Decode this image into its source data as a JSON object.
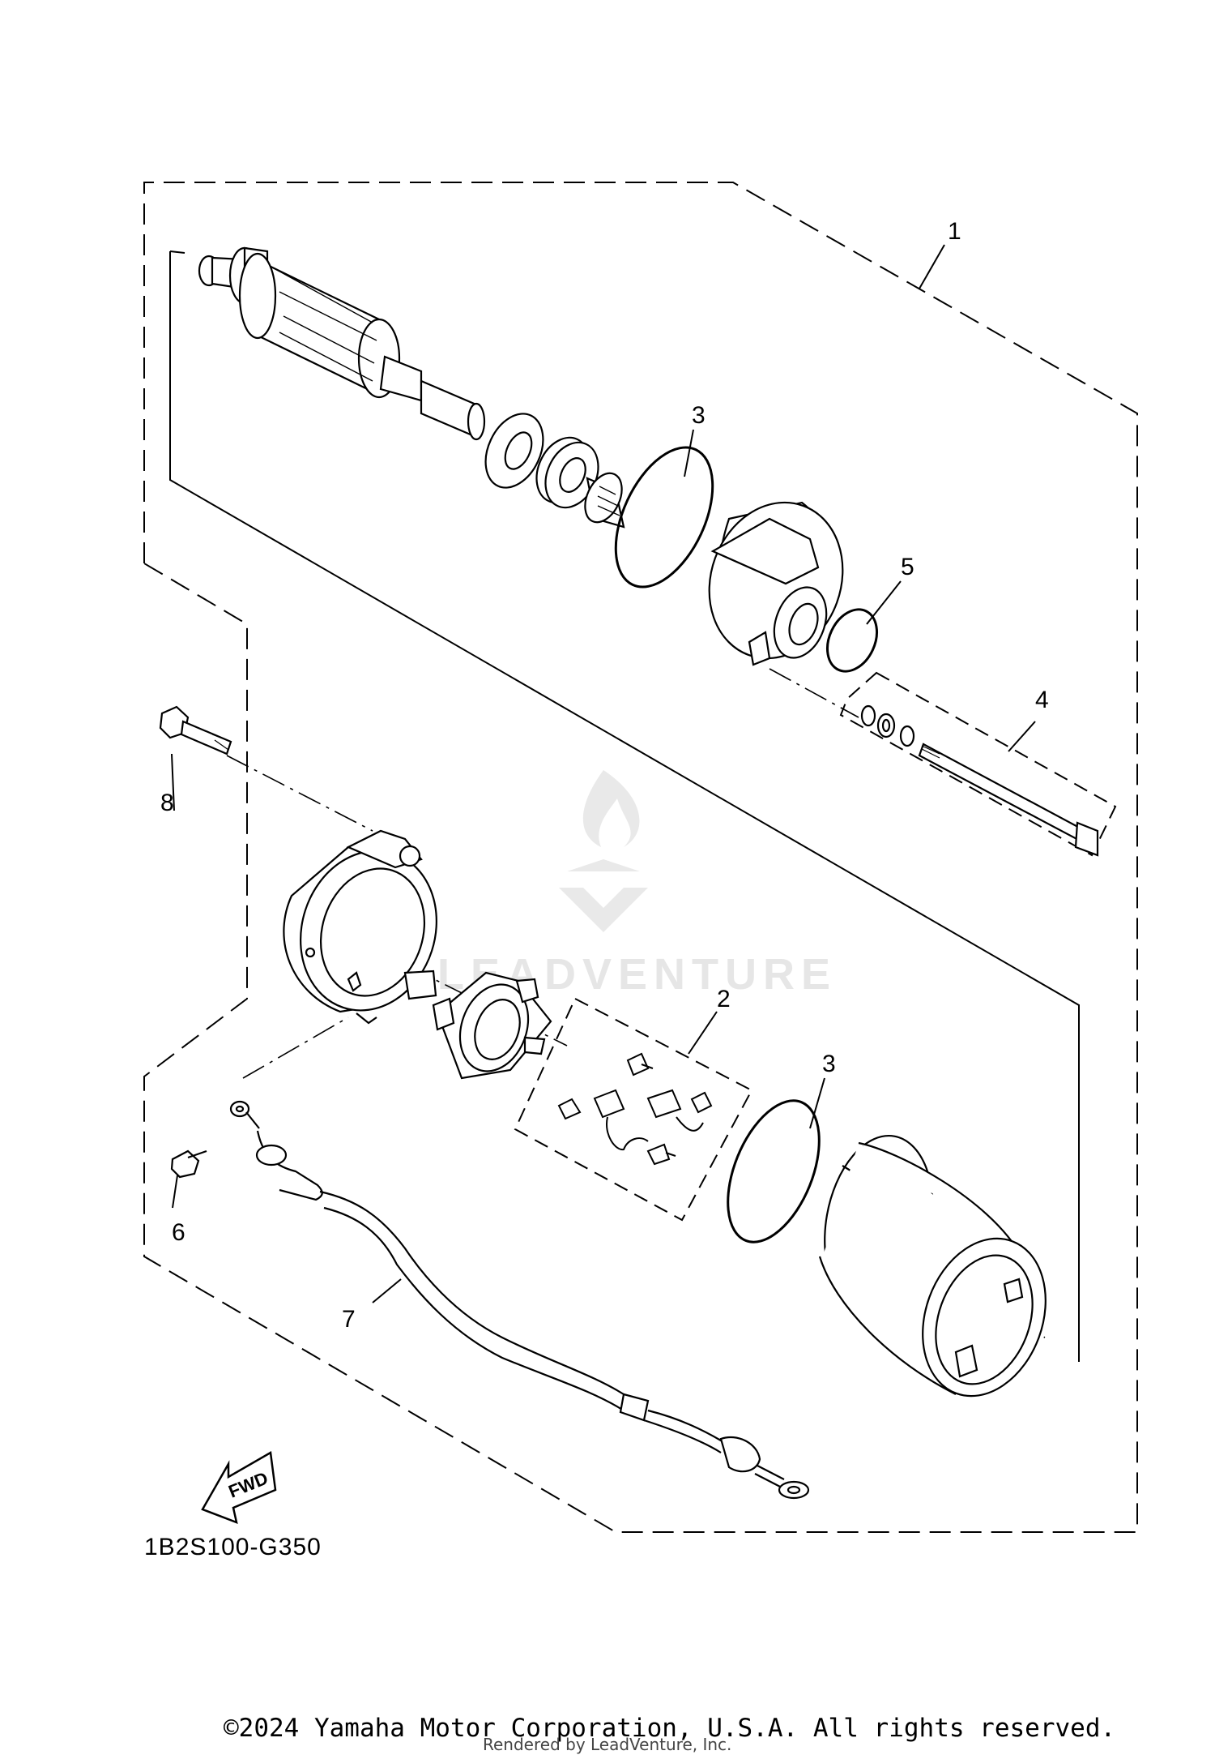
{
  "callouts": {
    "c1": "1",
    "c2": "2",
    "c3a": "3",
    "c3b": "3",
    "c4": "4",
    "c5": "5",
    "c6": "6",
    "c7": "7",
    "c8": "8"
  },
  "fwd_label": "FWD",
  "diagram_code": "1B2S100-G350",
  "watermark": "LEADVENTURE",
  "footer": {
    "copyright": "©2024 Yamaha Motor Corporation, U.S.A. All rights reserved.",
    "rendered_by": "Rendered by LeadVenture, Inc."
  }
}
